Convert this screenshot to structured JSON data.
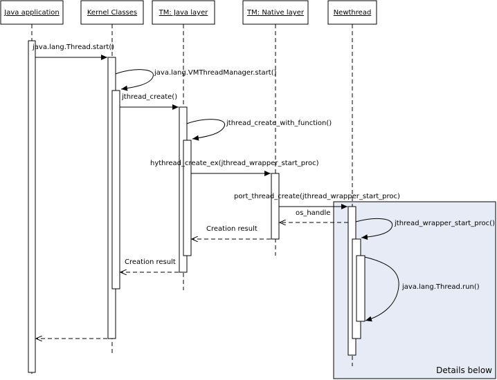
{
  "participants": [
    {
      "id": "java_app",
      "label": "Java application"
    },
    {
      "id": "kernel",
      "label": "Kernel Classes"
    },
    {
      "id": "tm_java",
      "label": "TM: Java layer"
    },
    {
      "id": "tm_native",
      "label": "TM: Native layer"
    },
    {
      "id": "newthread",
      "label": "Newthread"
    }
  ],
  "messages": {
    "m1": "java.lang.Thread.start()",
    "m2": "java.lang.VMThreadManager.start()",
    "m3": "jthread_create()",
    "m4": "jthread_create_with_function()",
    "m5": "hythread_create_ex(jthread_wrapper_start_proc)",
    "m6": "port_thread_create(jthread_wrapper_start_proc)",
    "m7": "os_handle",
    "m8": "jthread_wrapper_start_proc()",
    "m9": "Creation result",
    "m10": "java.lang.Thread.run()",
    "m11": "Creation result"
  },
  "details_panel": {
    "label": "Details below",
    "color": "#e6ebf5"
  }
}
